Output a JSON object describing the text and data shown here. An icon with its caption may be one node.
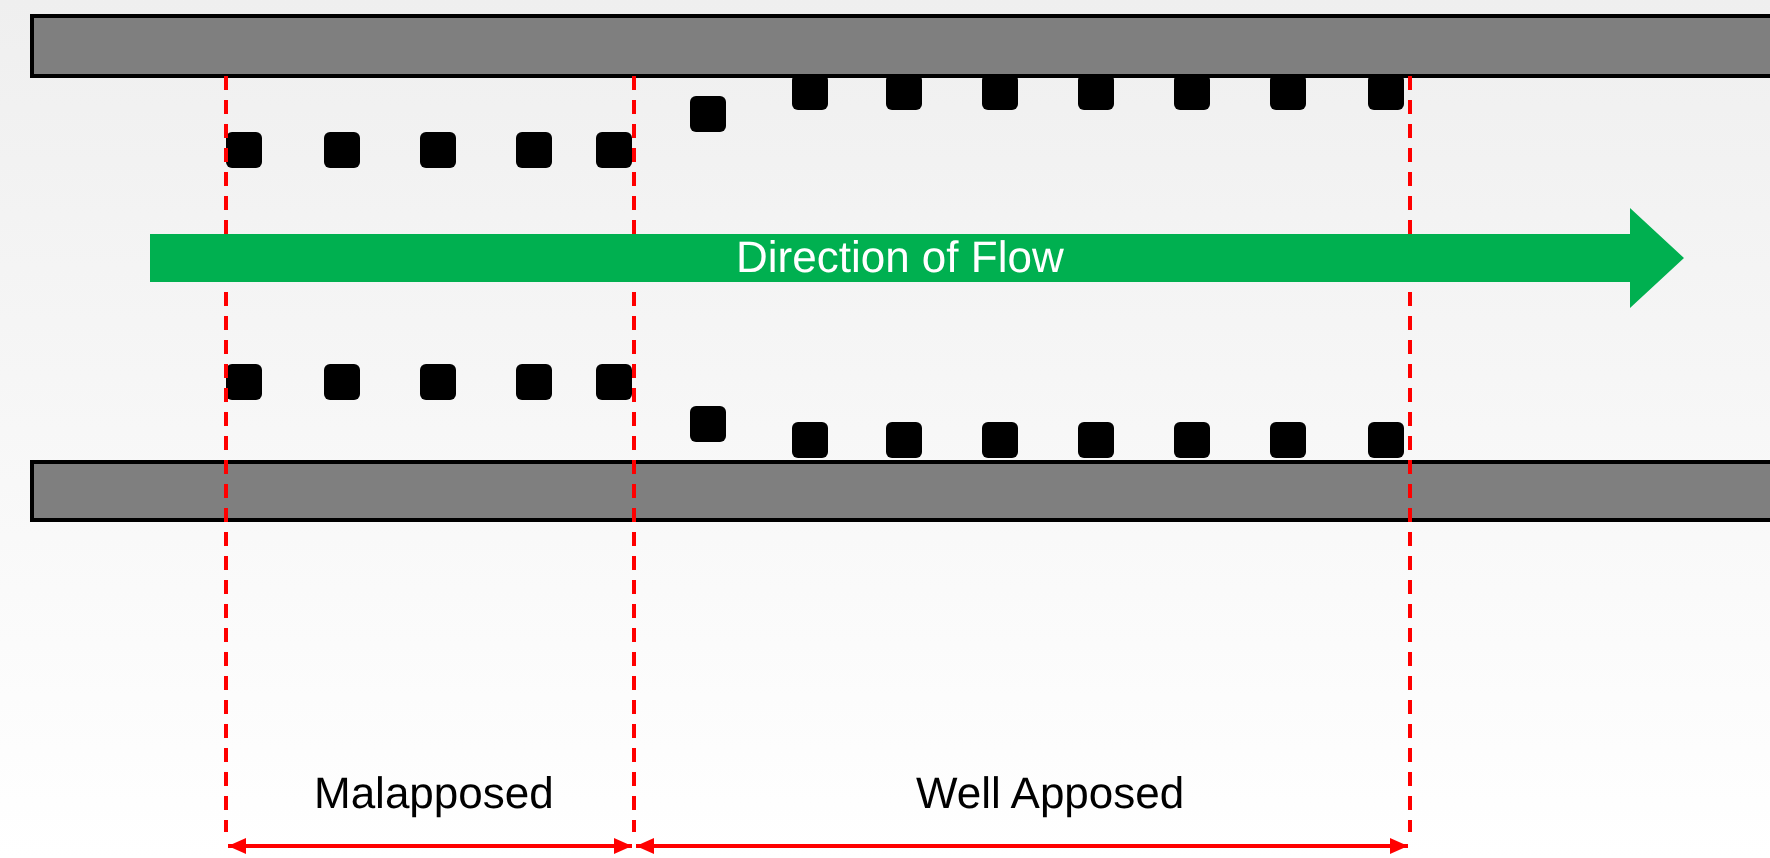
{
  "diagram": {
    "labels": [
      "Direction of Flow",
      "Malapposed",
      "Well Apposed"
    ]
  }
}
